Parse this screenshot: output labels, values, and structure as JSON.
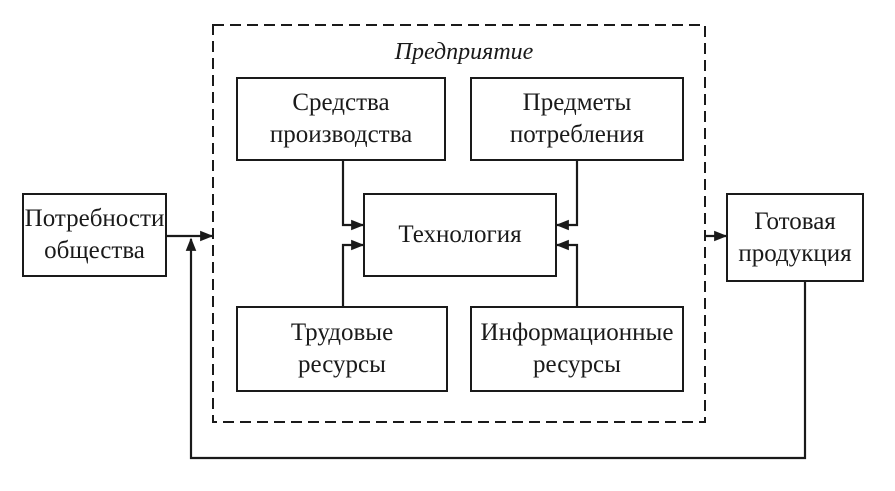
{
  "enterprise": {
    "title": "Предприятие"
  },
  "boxes": {
    "needs": [
      "Потребности",
      "общества"
    ],
    "means": [
      "Средства",
      "производства"
    ],
    "objects": [
      "Предметы",
      "потребления"
    ],
    "technology": [
      "Технология"
    ],
    "labor": [
      "Трудовые",
      "ресурсы"
    ],
    "info": [
      "Информационные",
      "ресурсы"
    ],
    "product": [
      "Готовая",
      "продукция"
    ]
  },
  "colors": {
    "line": "#1a1a1a",
    "background": "#ffffff"
  }
}
